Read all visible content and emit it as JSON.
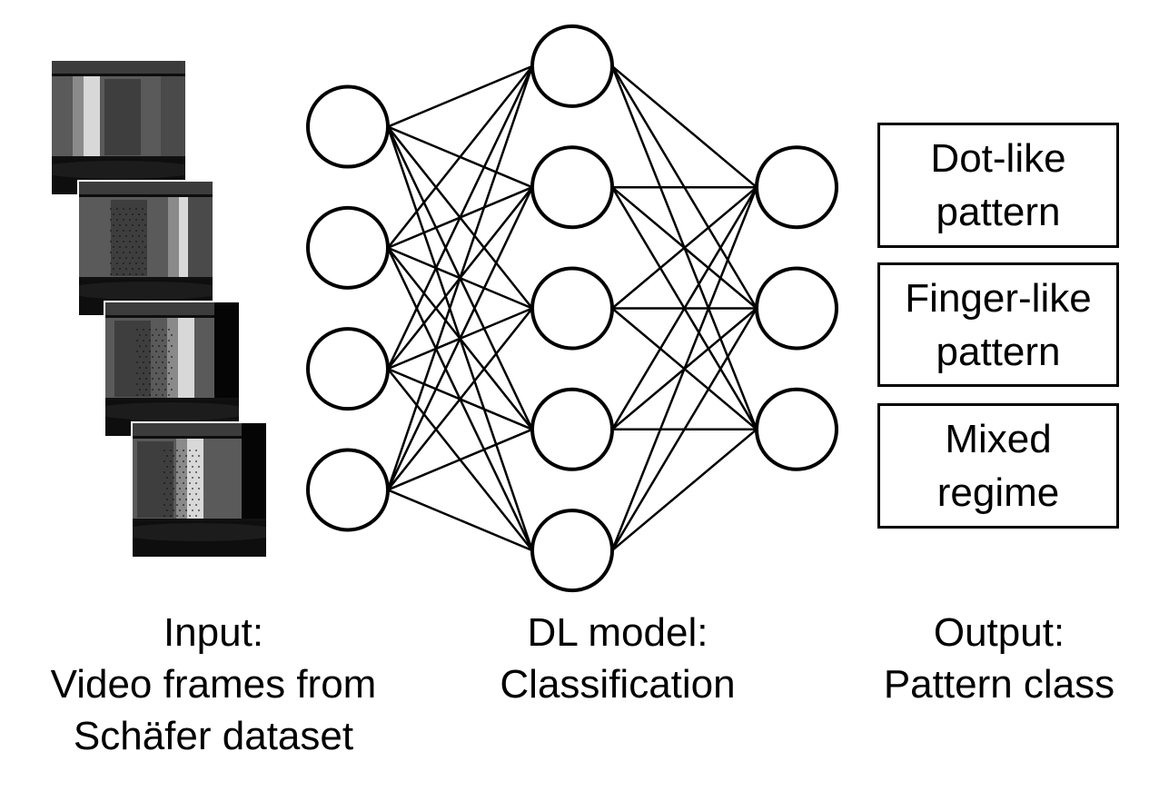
{
  "network": {
    "layers": [
      {
        "name": "input",
        "node_count": 4
      },
      {
        "name": "hidden",
        "node_count": 5
      },
      {
        "name": "output",
        "node_count": 3
      }
    ],
    "connectivity": "fully-connected",
    "stroke_color": "#000000",
    "node_fill": "#ffffff"
  },
  "input_frames": {
    "count": 4,
    "description": "grayscale video frames",
    "icon": "video-frame-image"
  },
  "outputs": [
    {
      "line1": "Dot-like",
      "line2": "pattern"
    },
    {
      "line1": "Finger-like",
      "line2": "pattern"
    },
    {
      "line1": "Mixed",
      "line2": "regime"
    }
  ],
  "labels": {
    "input": {
      "line1": "Input:",
      "line2": "Video frames from",
      "line3": "Schäfer dataset"
    },
    "model": {
      "line1": "DL model:",
      "line2": "Classification"
    },
    "output": {
      "line1": "Output:",
      "line2": "Pattern class"
    }
  }
}
